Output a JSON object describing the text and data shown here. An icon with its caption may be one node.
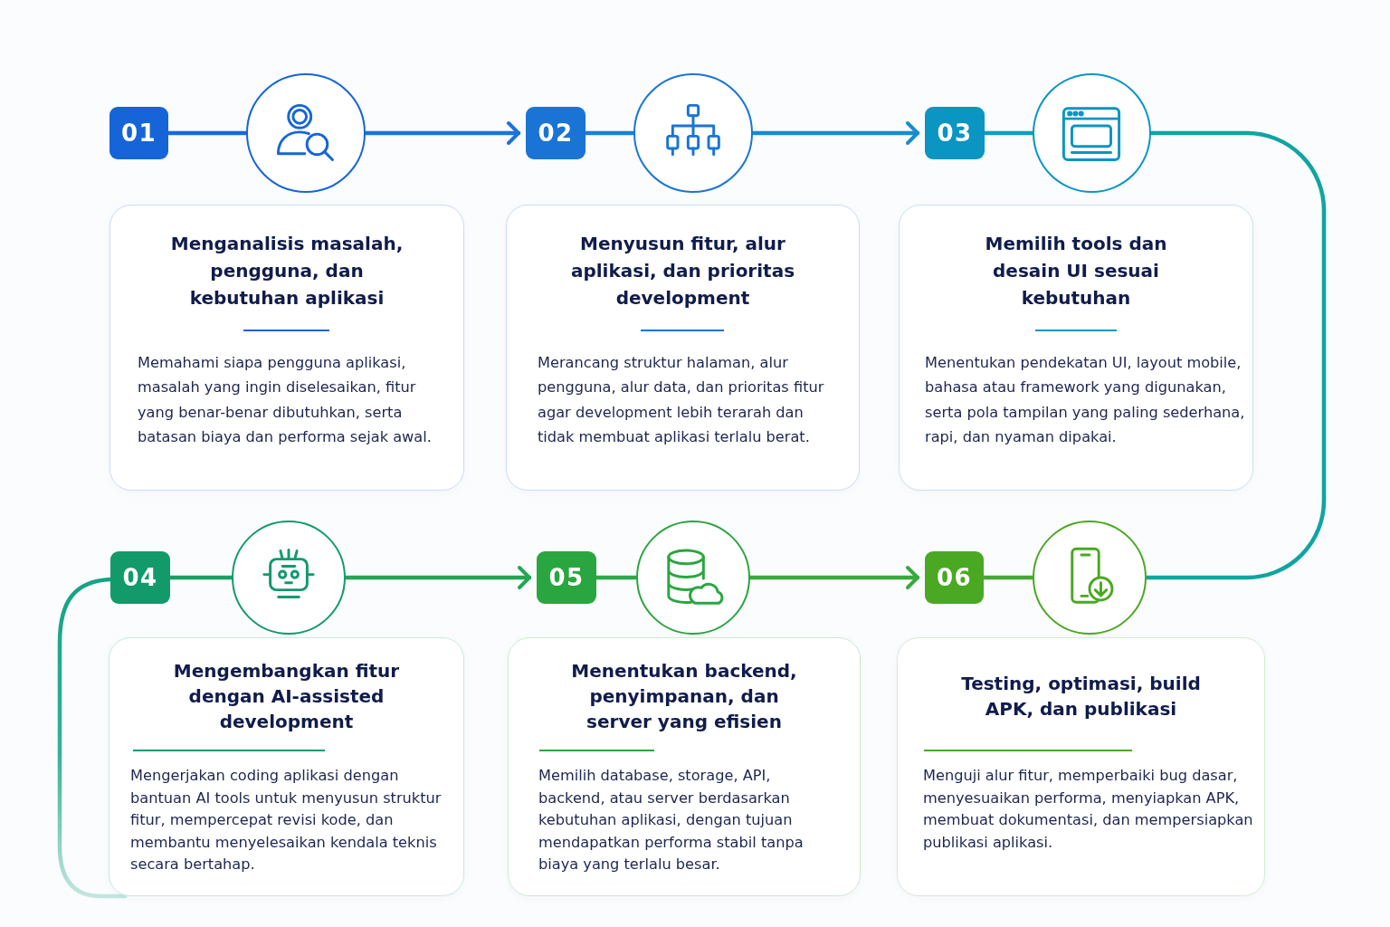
{
  "diagram": {
    "nodes": [
      {
        "text": [
          "01"
        ]
      },
      {
        "text": [],
        "shape": "circle"
      },
      {
        "text": [
          "Menganalisis masalah, pengguna, dan kebutuhan aplikasi",
          "Memahami siapa pengguna aplikasi, masalah yang ingin diselesaikan, fitur yang benar-benar dibutuhkan, serta batasan biaya dan performa sejak awal."
        ]
      },
      {
        "text": [
          "02"
        ]
      },
      {
        "text": [],
        "shape": "circle"
      },
      {
        "text": [
          "Menyusun fitur, alur aplikasi, dan prioritas development",
          "Merancang struktur halaman, alur pengguna, alur data, dan prioritas fitur agar development lebih terarah dan tidak membuat aplikasi terlalu berat."
        ]
      },
      {
        "text": [
          "03"
        ]
      },
      {
        "text": [],
        "shape": "circle"
      },
      {
        "text": [
          "Memilih tools dan desain UI sesuai kebutuhan",
          "Menentukan pendekatan UI, layout mobile, bahasa atau framework yang digunakan, serta pola tampilan yang paling sederhana, rapi, dan nyaman dipakai."
        ]
      },
      {
        "text": [
          "04"
        ]
      },
      {
        "text": [],
        "shape": "circle"
      },
      {
        "text": [
          "Mengembangkan fitur dengan AI-assisted development",
          "Mengerjakan coding aplikasi dengan bantuan AI tools untuk menyusun struktur fitur, mempercepat revisi kode, dan membantu menyelesaikan kendala teknis secara bertahap."
        ]
      },
      {
        "text": [
          "05"
        ]
      },
      {
        "text": [],
        "shape": "circle"
      },
      {
        "text": [
          "Menentukan backend, penyimpanan, dan server yang efisien",
          "Memilih database, storage, API, backend, atau server berdasarkan kebutuhan aplikasi, dengan tujuan mendapatkan performa stabil tanpa biaya yang terlalu besar."
        ]
      },
      {
        "text": [
          "06"
        ]
      },
      {
        "text": [],
        "shape": "circle"
      },
      {
        "text": [
          "Testing, optimasi, build APK, dan publikasi",
          "Menguji alur fitur, memperbaiki bug dasar, menyesuaikan performa, menyiapkan APK, membuat dokumentasi, dan mempersiapkan publikasi aplikasi."
        ]
      }
    ],
    "edges": [
      {
        "from": 0,
        "to": 1,
        "arrow": "none",
        "color": "#1769d9"
      },
      {
        "from": 1,
        "to": 3,
        "arrow": "to",
        "color": "#1a73d8"
      },
      {
        "from": 3,
        "to": 4,
        "arrow": "none",
        "color": "#1a80d4"
      },
      {
        "from": 4,
        "to": 6,
        "arrow": "to",
        "color": "#178ccf"
      },
      {
        "from": 6,
        "to": 7,
        "arrow": "none",
        "color": "#109ec2"
      },
      {
        "from": 7,
        "to": 16,
        "arrow": "none",
        "color": "#0fa5a0"
      },
      {
        "from": 15,
        "to": 16,
        "arrow": "none",
        "color": "#45a936"
      },
      {
        "from": 13,
        "to": 15,
        "arrow": "to",
        "color": "#39a93d"
      },
      {
        "from": 12,
        "to": 13,
        "arrow": "none",
        "color": "#2fa84a"
      },
      {
        "from": 10,
        "to": 12,
        "arrow": "to",
        "color": "#24a553"
      },
      {
        "from": 9,
        "to": 10,
        "arrow": "none",
        "color": "#1aa062"
      },
      {
        "from": 9,
        "to": 11,
        "arrow": "none",
        "color": "#13a384"
      }
    ]
  }
}
